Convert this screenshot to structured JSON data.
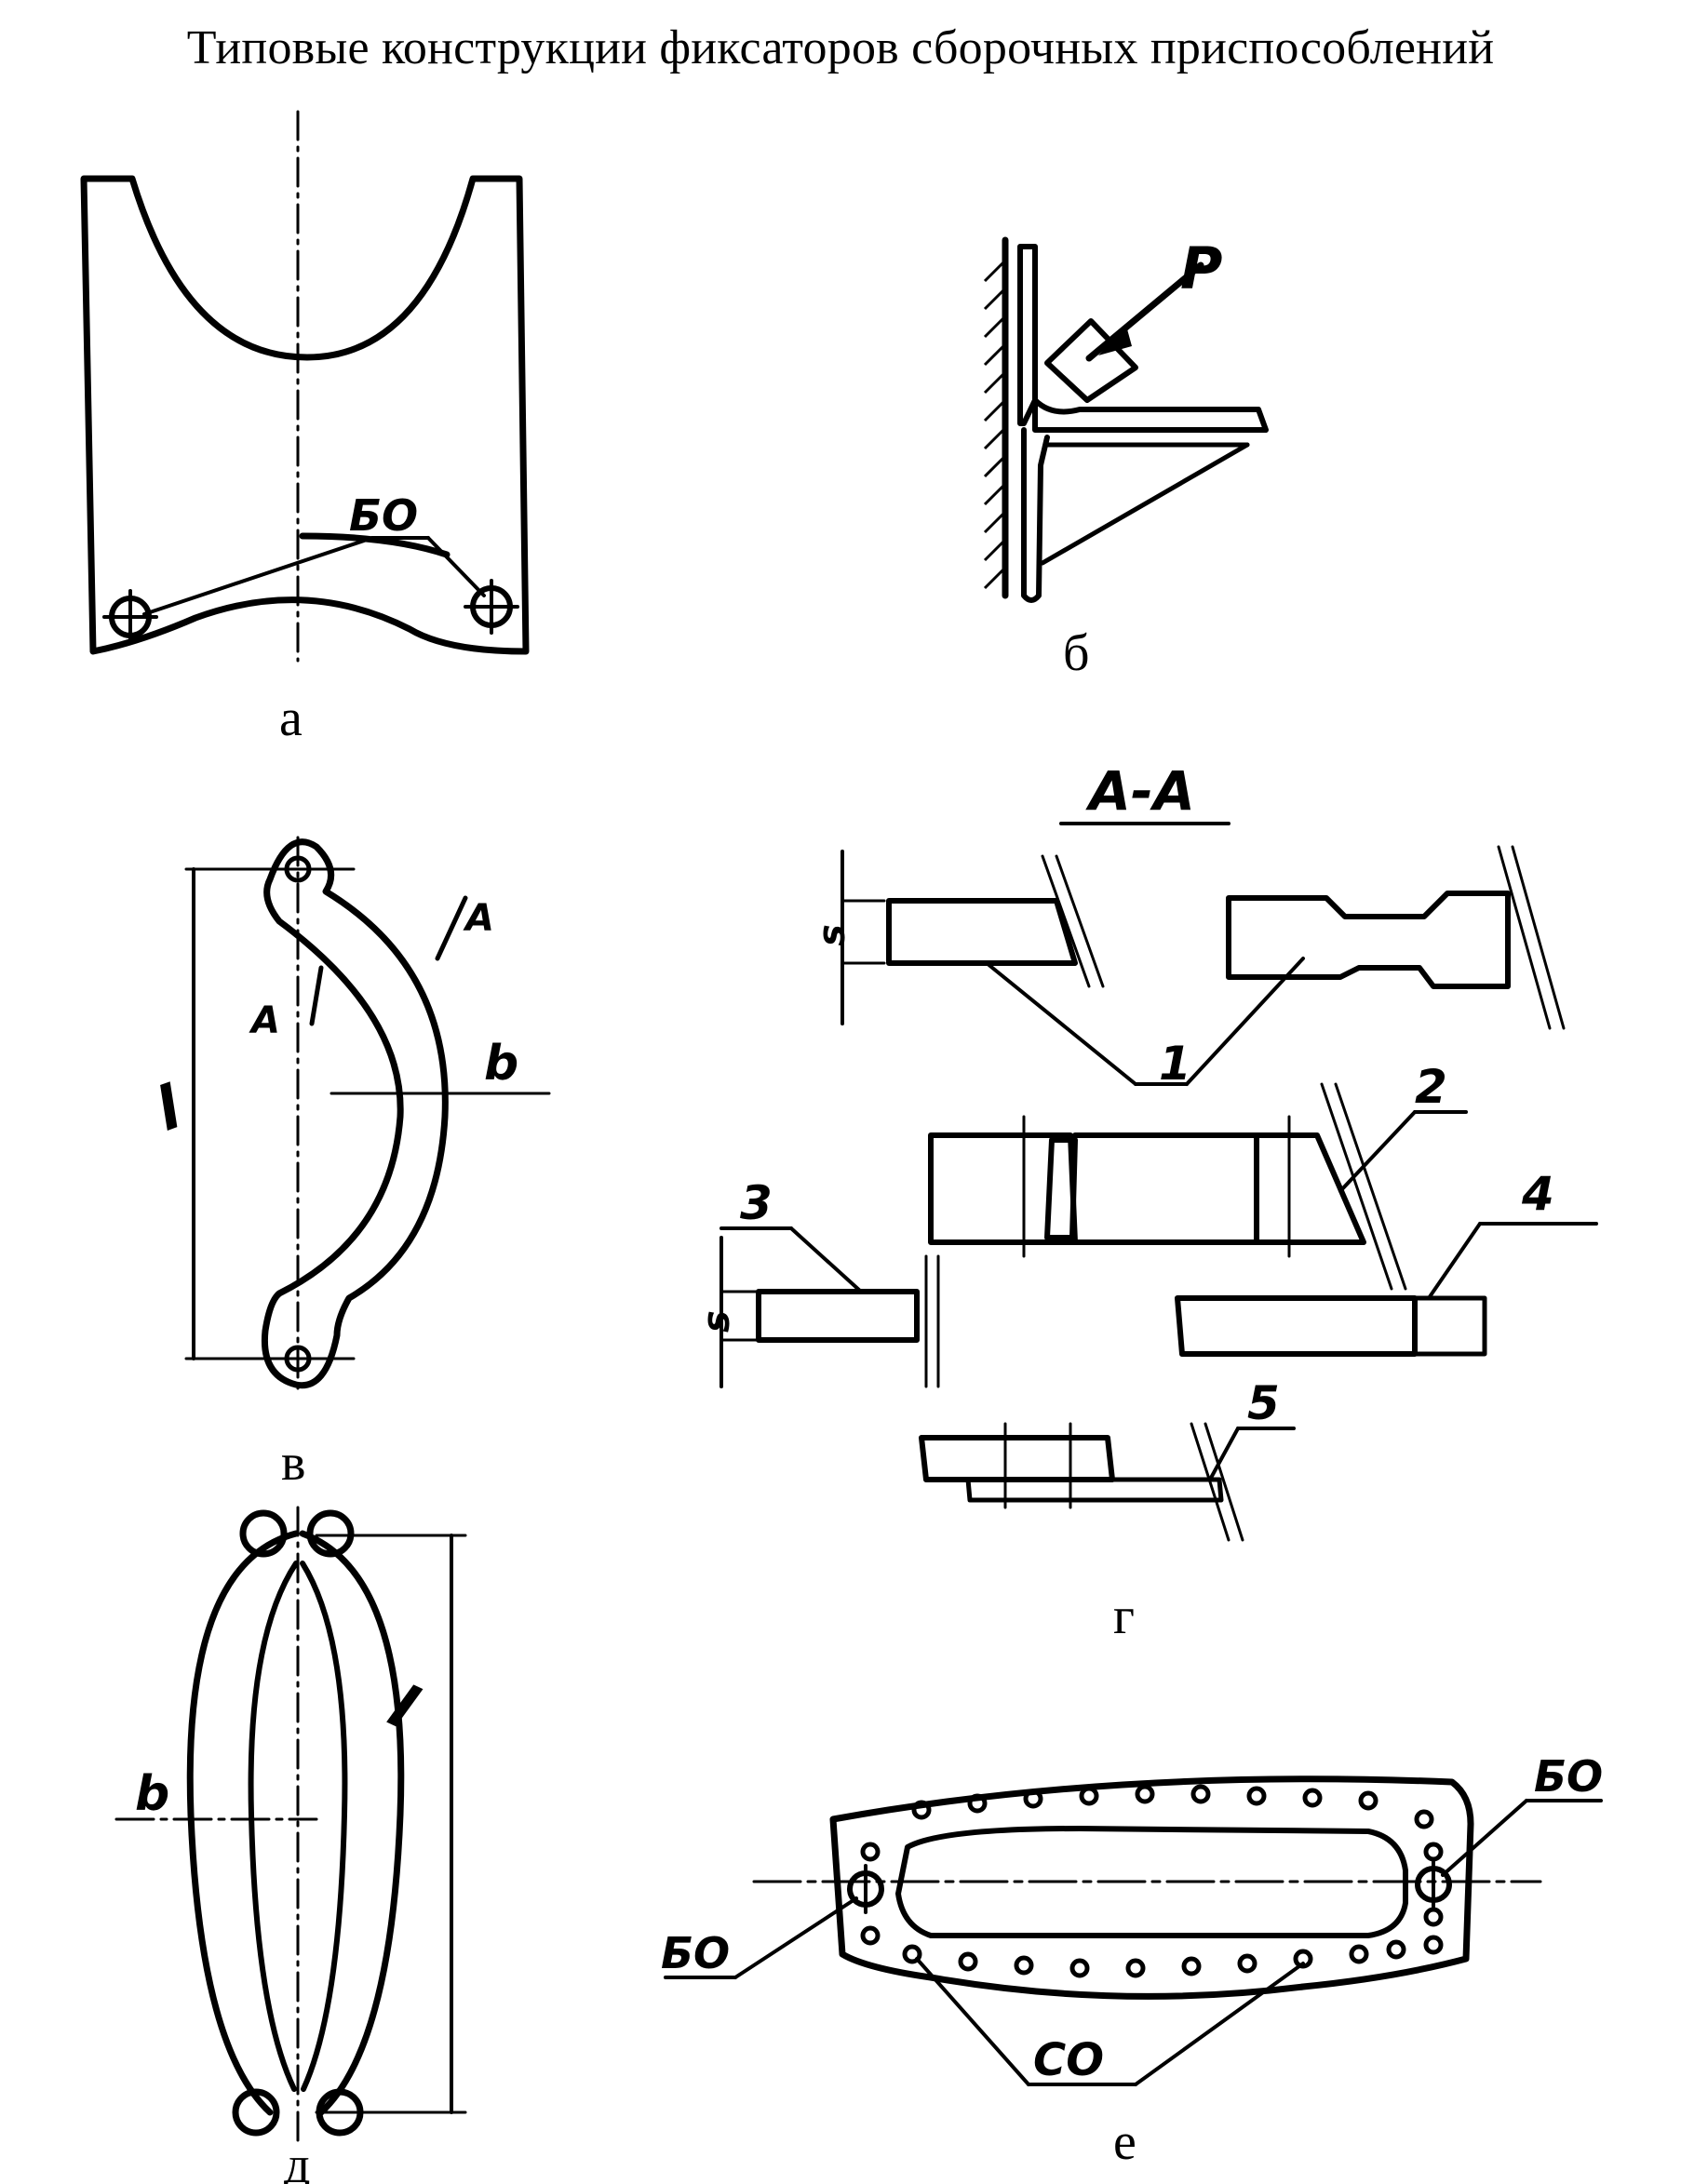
{
  "title": "Типовые конструкции фиксаторов сборочных приспособлений",
  "captions": {
    "a": "а",
    "b": "б",
    "v": "в",
    "g": "г",
    "d": "д",
    "e": "е"
  },
  "labels": {
    "bo": "БО",
    "co": "СО",
    "p": "Р",
    "section": "А-А",
    "a_mark": "А",
    "b_dim": "b",
    "l_dim": "l",
    "s_dim": "s",
    "n1": "1",
    "n2": "2",
    "n3": "3",
    "n4": "4",
    "n5": "5"
  }
}
